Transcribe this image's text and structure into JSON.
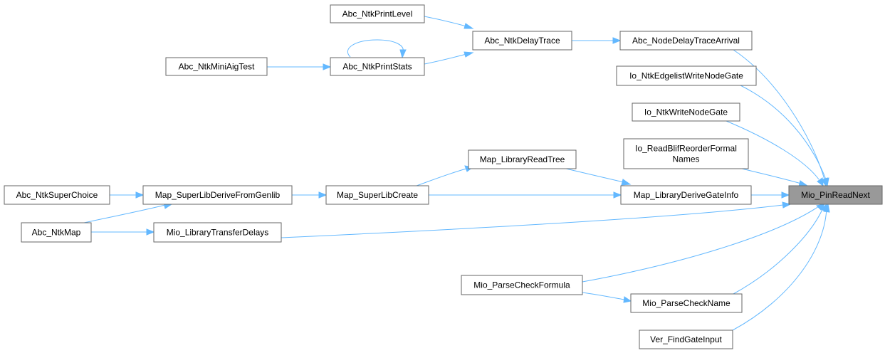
{
  "graph": {
    "focus_node": "Mio_PinReadNext",
    "nodes": [
      {
        "id": "abc_ntkprintlevel",
        "label": [
          "Abc_NtkPrintLevel"
        ]
      },
      {
        "id": "abc_ntkdelaytrace",
        "label": [
          "Abc_NtkDelayTrace"
        ]
      },
      {
        "id": "abc_nodedelaytracearrival",
        "label": [
          "Abc_NodeDelayTraceArrival"
        ]
      },
      {
        "id": "abc_ntkminiaigtest",
        "label": [
          "Abc_NtkMiniAigTest"
        ]
      },
      {
        "id": "abc_ntkprintstats",
        "label": [
          "Abc_NtkPrintStats"
        ]
      },
      {
        "id": "io_ntkedgelistwritenodegate",
        "label": [
          "Io_NtkEdgelistWriteNodeGate"
        ]
      },
      {
        "id": "io_ntkwritenodegate",
        "label": [
          "Io_NtkWriteNodeGate"
        ]
      },
      {
        "id": "io_readblifreorderformalnames",
        "label": [
          "Io_ReadBlifReorderFormal",
          "Names"
        ]
      },
      {
        "id": "map_libraryreadtree",
        "label": [
          "Map_LibraryReadTree"
        ]
      },
      {
        "id": "abc_ntksuperchoice",
        "label": [
          "Abc_NtkSuperChoice"
        ]
      },
      {
        "id": "map_superlibderivefromgenlib",
        "label": [
          "Map_SuperLibDeriveFromGenlib"
        ]
      },
      {
        "id": "map_superlibcreate",
        "label": [
          "Map_SuperLibCreate"
        ]
      },
      {
        "id": "map_libraryderivegateinfo",
        "label": [
          "Map_LibraryDeriveGateInfo"
        ]
      },
      {
        "id": "mio_pinreadnext",
        "label": [
          "Mio_PinReadNext"
        ],
        "focus": true
      },
      {
        "id": "abc_ntkmap",
        "label": [
          "Abc_NtkMap"
        ]
      },
      {
        "id": "mio_librarytransferdelays",
        "label": [
          "Mio_LibraryTransferDelays"
        ]
      },
      {
        "id": "mio_parsecheckformula",
        "label": [
          "Mio_ParseCheckFormula"
        ]
      },
      {
        "id": "mio_parsecheckname",
        "label": [
          "Mio_ParseCheckName"
        ]
      },
      {
        "id": "ver_findgateinput",
        "label": [
          "Ver_FindGateInput"
        ]
      }
    ],
    "edges": [
      {
        "from": "abc_ntkprintlevel",
        "to": "abc_ntkdelaytrace"
      },
      {
        "from": "abc_ntkprintstats",
        "to": "abc_ntkdelaytrace"
      },
      {
        "from": "abc_ntkprintstats",
        "to": "abc_ntkprintstats"
      },
      {
        "from": "abc_ntkminiaigtest",
        "to": "abc_ntkprintstats"
      },
      {
        "from": "abc_ntkdelaytrace",
        "to": "abc_nodedelaytracearrival"
      },
      {
        "from": "abc_nodedelaytracearrival",
        "to": "mio_pinreadnext"
      },
      {
        "from": "io_ntkedgelistwritenodegate",
        "to": "mio_pinreadnext"
      },
      {
        "from": "io_ntkwritenodegate",
        "to": "mio_pinreadnext"
      },
      {
        "from": "io_readblifreorderformalnames",
        "to": "mio_pinreadnext"
      },
      {
        "from": "map_libraryderivegateinfo",
        "to": "mio_pinreadnext"
      },
      {
        "from": "map_libraryreadtree",
        "to": "map_libraryderivegateinfo"
      },
      {
        "from": "map_superlibcreate",
        "to": "map_libraryreadtree"
      },
      {
        "from": "map_superlibcreate",
        "to": "map_libraryderivegateinfo"
      },
      {
        "from": "map_superlibderivefromgenlib",
        "to": "map_superlibcreate"
      },
      {
        "from": "abc_ntksuperchoice",
        "to": "map_superlibderivefromgenlib"
      },
      {
        "from": "abc_ntkmap",
        "to": "map_superlibderivefromgenlib"
      },
      {
        "from": "abc_ntkmap",
        "to": "mio_librarytransferdelays"
      },
      {
        "from": "mio_librarytransferdelays",
        "to": "mio_pinreadnext"
      },
      {
        "from": "mio_parsecheckformula",
        "to": "mio_pinreadnext"
      },
      {
        "from": "mio_parsecheckformula",
        "to": "mio_parsecheckname"
      },
      {
        "from": "mio_parsecheckname",
        "to": "mio_pinreadnext"
      },
      {
        "from": "ver_findgateinput",
        "to": "mio_pinreadnext"
      }
    ],
    "colors": {
      "edge": "#63b8ff",
      "node_border": "#666666",
      "focus_fill": "#999999"
    }
  }
}
